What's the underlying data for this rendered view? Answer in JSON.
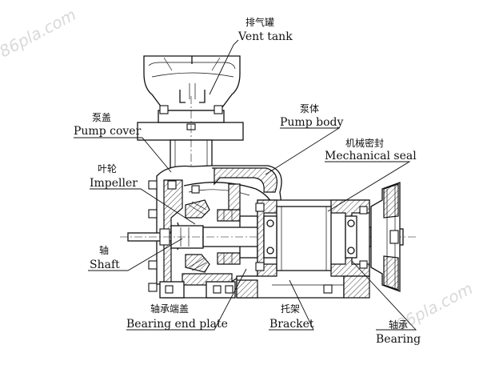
{
  "watermarks": [
    "86pla.com",
    "86pla.com"
  ],
  "labels": {
    "vent_tank": {
      "zh": "排气罐",
      "en": "Vent tank"
    },
    "pump_cover": {
      "zh": "泵盖",
      "en": "Pump cover"
    },
    "pump_body": {
      "zh": "泵体",
      "en": "Pump body"
    },
    "mechanical_seal": {
      "zh": "机械密封",
      "en": "Mechanical seal"
    },
    "impeller": {
      "zh": "叶轮",
      "en": "Impeller"
    },
    "shaft": {
      "zh": "轴",
      "en": "Shaft"
    },
    "bearing_end_plate": {
      "zh": "轴承端盖",
      "en": "Bearing end plate"
    },
    "bracket": {
      "zh": "托架",
      "en": "Bracket"
    },
    "bearing": {
      "zh": "轴承",
      "en": "Bearing"
    }
  }
}
